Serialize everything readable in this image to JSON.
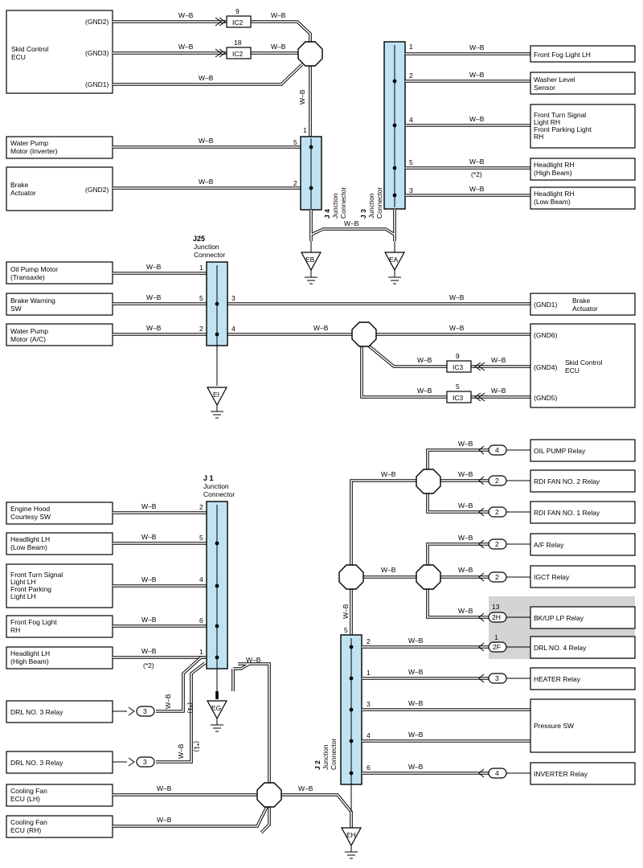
{
  "wire_label": "W–B",
  "sec1": {
    "skid_ecu": [
      "Skid Control",
      "ECU"
    ],
    "gnd2": "(GND2)",
    "gnd3": "(GND3)",
    "gnd1": "(GND1)",
    "ic2_pin_a": "9",
    "ic2_pin_b": "18",
    "ic2": "IC2",
    "water_pump_inv": [
      "Water Pump",
      "Motor (Inverter)"
    ],
    "brake_act": [
      "Brake",
      "Actuator"
    ],
    "brake_gnd2": "(GND2)",
    "j4_pin1": "1",
    "j4_pin5": "5",
    "j4_pin2": "2",
    "j4_label": "J 4",
    "j4_sub": [
      "Junction",
      "Connector"
    ],
    "j3_label": "J 3",
    "j3_sub": [
      "Junction",
      "Connector"
    ],
    "j3_pins": [
      "1",
      "2",
      "4",
      "5",
      "3"
    ],
    "front_fog_lh": "Front Fog Light LH",
    "washer": [
      "Washer Level",
      "Sensor"
    ],
    "front_turn_rh": [
      "Front Turn Signal",
      "Light RH",
      "Front Parking Light",
      "RH"
    ],
    "headlight_rh_hi": [
      "Headlight RH",
      "(High Beam)"
    ],
    "headlight_rh_lo": [
      "Headlight RH",
      "(Low Beam)"
    ],
    "note2": "(*2)",
    "gnd_eb": "EB",
    "gnd_ea": "EA"
  },
  "sec2": {
    "j25_label": "J25",
    "j25_sub": [
      "Junction",
      "Connector"
    ],
    "oil_pump": [
      "Oil Pump Motor",
      "(Transaxle)"
    ],
    "brake_warn": [
      "Brake Warning",
      "SW"
    ],
    "water_pump_ac": [
      "Water Pump",
      "Motor (A/C)"
    ],
    "pins": [
      "1",
      "5",
      "2",
      "3",
      "4"
    ],
    "gnd1": "(GND1)",
    "brake_act": [
      "Brake",
      "Actuator"
    ],
    "gnd6": "(GND6)",
    "gnd4": "(GND4)",
    "gnd5": "(GND5)",
    "skid_ecu": [
      "Skid Control",
      "ECU"
    ],
    "ic3": "IC3",
    "ic3_pin_a": "9",
    "ic3_pin_b": "5",
    "gnd_ei": "EI"
  },
  "sec3": {
    "j1_label": "J 1",
    "j1_sub": [
      "Junction",
      "Connector"
    ],
    "hood": [
      "Engine Hood",
      "Courtesy SW"
    ],
    "headlight_lh_lo": [
      "Headlight LH",
      "(Low Beam)"
    ],
    "front_turn_lh": [
      "Front Turn Signal",
      "Light LH",
      "Front Parking",
      "Light LH"
    ],
    "fog_rh": [
      "Front Fog Light",
      "RH"
    ],
    "headlight_lh_hi": [
      "Headlight LH",
      "(High Beam)"
    ],
    "j1_pins": [
      "2",
      "5",
      "4",
      "6",
      "1"
    ],
    "note2": "(*2)",
    "note1": "(*1)",
    "drl3_a": "DRL NO. 3 Relay",
    "drl3_b": "DRL NO. 3 Relay",
    "pill3": "3",
    "cf_lh": [
      "Cooling Fan",
      "ECU (LH)"
    ],
    "cf_rh": [
      "Cooling Fan",
      "ECU (RH)"
    ],
    "gnd_eg": "EG",
    "gnd_eh": "EH",
    "j2_label": "J 2",
    "j2_sub": [
      "Junction",
      "Connector"
    ],
    "j2_pins": [
      "5",
      "2",
      "1",
      "3",
      "4",
      "6"
    ],
    "oil_relay": "OIL PUMP Relay",
    "rdi2": "RDI FAN NO. 2 Relay",
    "rdi1": "RDI FAN NO. 1 Relay",
    "af": "A/F Relay",
    "igct": "IGCT Relay",
    "bkup": "BK/UP LP Relay",
    "drl4": "DRL NO. 4 Relay",
    "heater": "HEATER Relay",
    "pressure": "Pressure SW",
    "inverter": "INVERTER Relay",
    "pill_4": "4",
    "pill_2": "2",
    "pill_3": "3",
    "pill_2h": "2H",
    "pill_2f": "2F",
    "pin13": "13",
    "pin1": "1"
  }
}
